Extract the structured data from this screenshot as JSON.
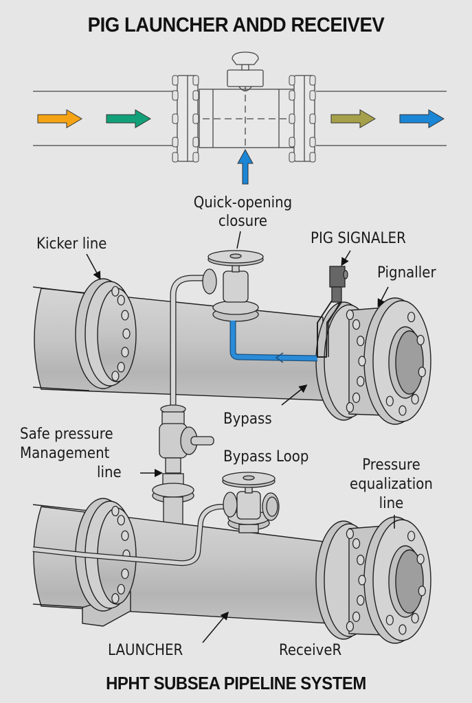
{
  "title": "PIG LAUNCHER ANDD RECEIVEV",
  "footer": "HPHT SUBSEA PIPELINE SYSTEM",
  "colors": {
    "background": "#e6e6e6",
    "pipe": "#c4c4c4",
    "pipe_dark": "#a8a8a8",
    "bypass_line": "#2a8bd8",
    "flow_arrows": [
      "#f5a315",
      "#12a079",
      "#a5a04a",
      "#1b86d6"
    ],
    "inlet_arrow": "#1b86d6",
    "outline": "#222222"
  },
  "flow_schematic": {
    "arrows": [
      {
        "name": "flow-arrow-1",
        "color": "#f5a315",
        "direction": "right"
      },
      {
        "name": "flow-arrow-2",
        "color": "#12a079",
        "direction": "right"
      },
      {
        "name": "flow-arrow-3",
        "color": "#a5a04a",
        "direction": "right"
      },
      {
        "name": "flow-arrow-4",
        "color": "#1b86d6",
        "direction": "right"
      }
    ],
    "inlet_arrow": {
      "color": "#1b86d6",
      "direction": "up"
    }
  },
  "labels": {
    "quick_opening_1": "Quick-opening",
    "quick_opening_2": "closure",
    "kicker_line": "Kicker line",
    "pig_signaler": "PIG SIGNALER",
    "pignaller": "Pignaller",
    "bypass": "Bypass",
    "safe_pressure_1": "Safe pressure",
    "safe_pressure_2": "Management",
    "safe_pressure_3": "line",
    "bypass_loop": "Bypass Loop",
    "pressure_eq_1": "Pressure",
    "pressure_eq_2": "equalization",
    "pressure_eq_3": "line",
    "launcher": "LAUNCHER",
    "receiver": "ReceiveR"
  }
}
